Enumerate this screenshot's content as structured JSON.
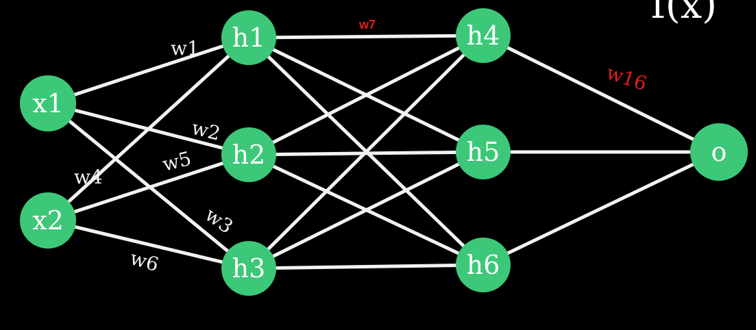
{
  "diagram": {
    "corner_text": "f(x)",
    "colors": {
      "background": "#000000",
      "node": "#3cc878",
      "edge": "#f2f2f2",
      "highlight_label": "#e0201e"
    },
    "nodes": [
      {
        "id": "x1",
        "label": "x1"
      },
      {
        "id": "x2",
        "label": "x2"
      },
      {
        "id": "h1",
        "label": "h1"
      },
      {
        "id": "h2",
        "label": "h2"
      },
      {
        "id": "h3",
        "label": "h3"
      },
      {
        "id": "h4",
        "label": "h4"
      },
      {
        "id": "h5",
        "label": "h5"
      },
      {
        "id": "h6",
        "label": "h6"
      },
      {
        "id": "o",
        "label": "o"
      }
    ],
    "edges": [
      {
        "from": "x1",
        "to": "h1",
        "label": "w1"
      },
      {
        "from": "x1",
        "to": "h2",
        "label": "w2"
      },
      {
        "from": "x1",
        "to": "h3",
        "label": "w3"
      },
      {
        "from": "x2",
        "to": "h1",
        "label": "w4"
      },
      {
        "from": "x2",
        "to": "h2",
        "label": "w5"
      },
      {
        "from": "x2",
        "to": "h3",
        "label": "w6"
      },
      {
        "from": "h1",
        "to": "h4",
        "label": "w7"
      },
      {
        "from": "h1",
        "to": "h5",
        "label": ""
      },
      {
        "from": "h1",
        "to": "h6",
        "label": ""
      },
      {
        "from": "h2",
        "to": "h4",
        "label": ""
      },
      {
        "from": "h2",
        "to": "h5",
        "label": ""
      },
      {
        "from": "h2",
        "to": "h6",
        "label": ""
      },
      {
        "from": "h3",
        "to": "h4",
        "label": ""
      },
      {
        "from": "h3",
        "to": "h5",
        "label": ""
      },
      {
        "from": "h3",
        "to": "h6",
        "label": ""
      },
      {
        "from": "h4",
        "to": "o",
        "label": "w16"
      },
      {
        "from": "h5",
        "to": "o",
        "label": ""
      },
      {
        "from": "h6",
        "to": "o",
        "label": ""
      }
    ]
  }
}
